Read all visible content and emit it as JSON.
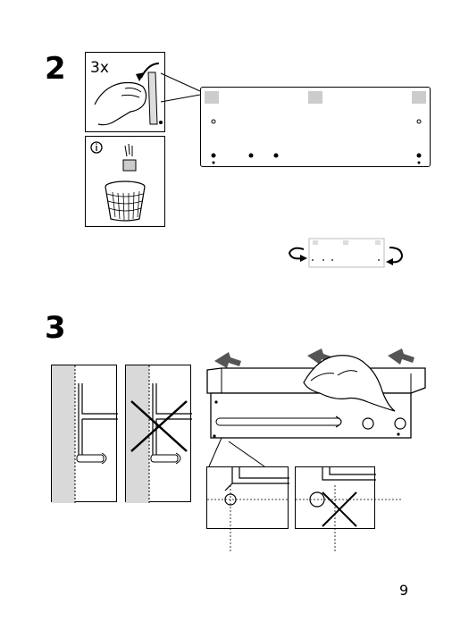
{
  "page": {
    "number": "9"
  },
  "step2": {
    "number": "2",
    "count_label": "3x",
    "info_icon": "info-icon"
  },
  "step3": {
    "number": "3"
  },
  "icons": {
    "rotate_left": "rotate-arrow-left-icon",
    "rotate_right": "rotate-arrow-right-icon",
    "prohibited": "cross-mark-icon"
  }
}
